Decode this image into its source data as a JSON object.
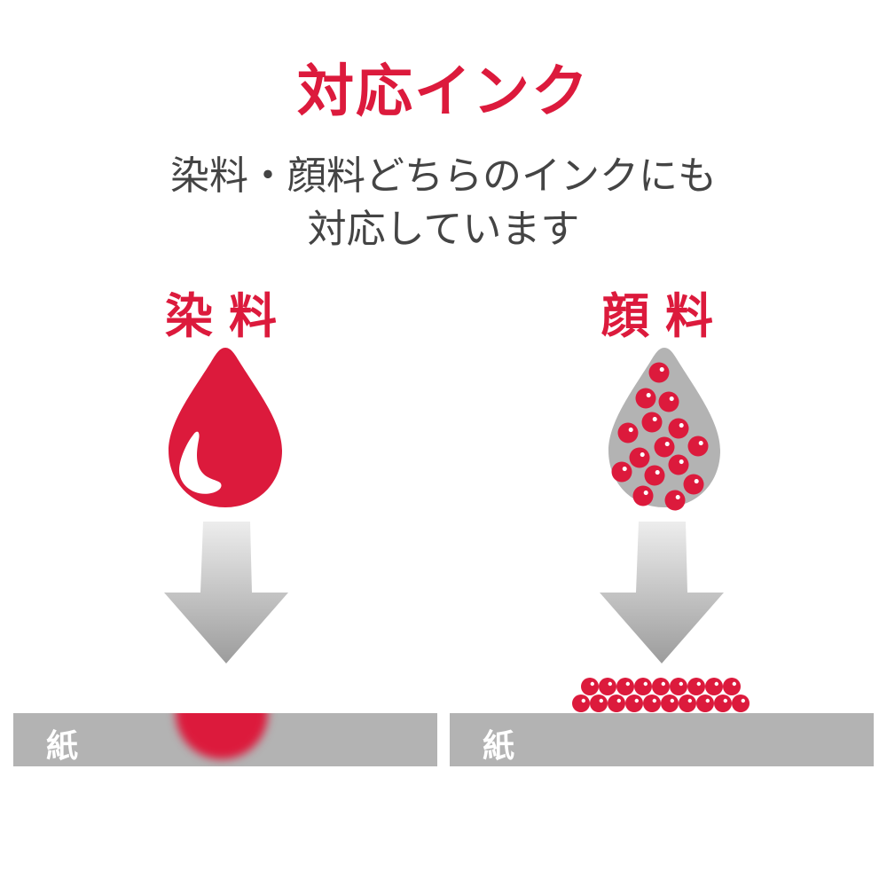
{
  "title": "対応インク",
  "subtitle": {
    "line1": "染料・顔料どちらのインクにも",
    "line2": "対応しています"
  },
  "columns": [
    {
      "label": "染料",
      "drop_icon": "dye-drop-icon",
      "arrow_icon": "arrow-down-icon",
      "paper_label": "紙",
      "result": "ink-absorbed-into-paper"
    },
    {
      "label": "顔料",
      "drop_icon": "pigment-drop-icon",
      "arrow_icon": "arrow-down-icon",
      "paper_label": "紙",
      "result": "particles-on-paper-surface",
      "particles_in_drop": 15,
      "surface_particles": {
        "top_row": 9,
        "bottom_row": 10
      }
    }
  ],
  "colors": {
    "accent_red": "#DC1A3C",
    "text_gray": "#444444",
    "paper_gray": "#B3B3B3",
    "white": "#FFFFFF"
  }
}
